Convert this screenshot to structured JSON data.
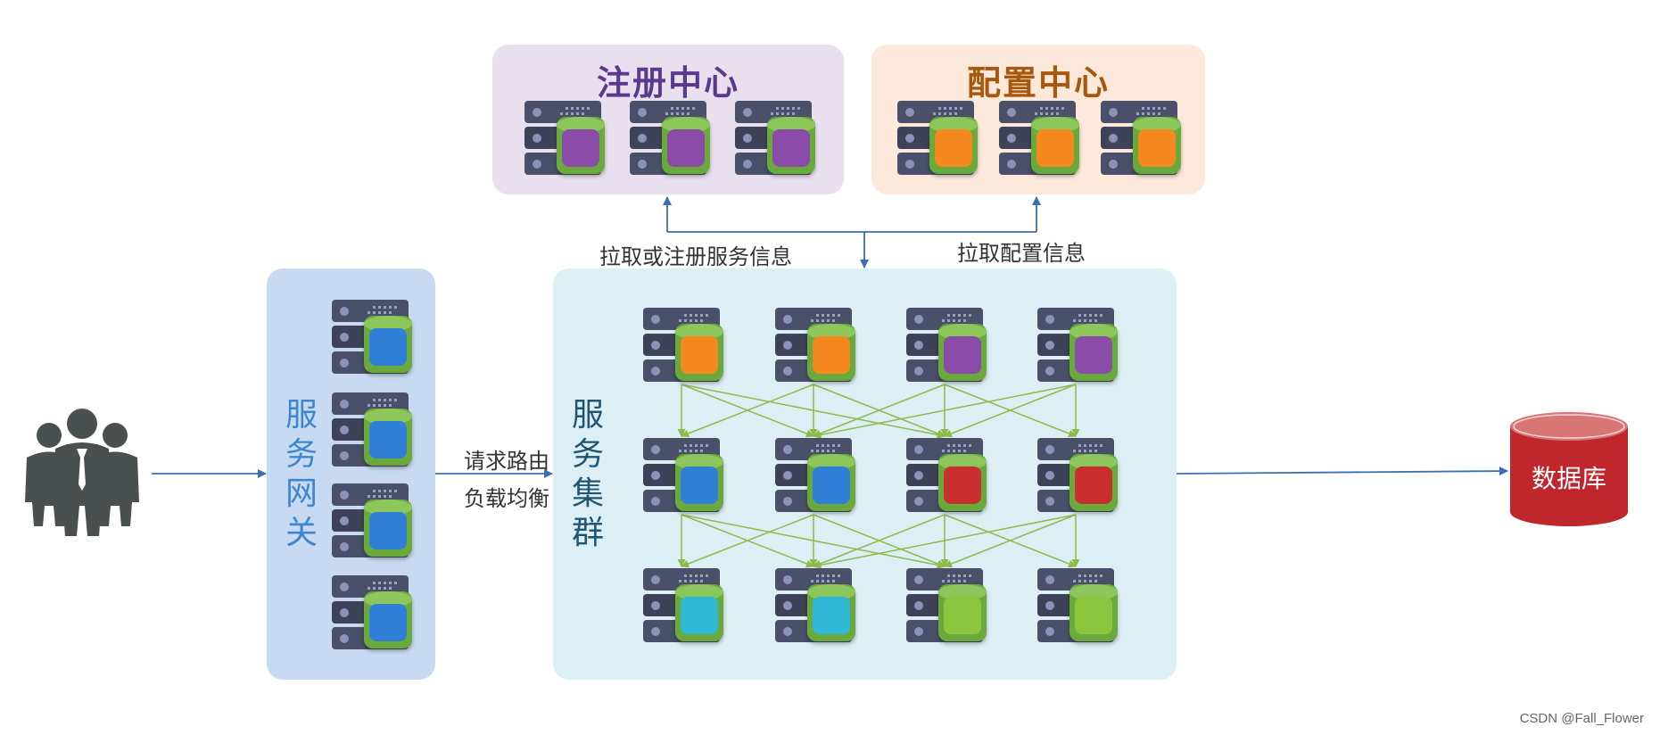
{
  "registry": {
    "title": "注册中心",
    "title_color": "#5b3a8c",
    "bg": "#e8e0ee",
    "server_color": "#8a4ca8"
  },
  "config": {
    "title": "配置中心",
    "title_color": "#a8570f",
    "bg": "#fde9dc",
    "server_color": "#f5891f"
  },
  "gateway": {
    "title_chars": [
      "服",
      "务",
      "网",
      "关"
    ],
    "title_color": "#3f86d0",
    "bg": "#c7daf1",
    "server_color": "#2f7fd6"
  },
  "cluster": {
    "title_chars": [
      "服",
      "务",
      "集",
      "群"
    ],
    "title_color": "#1f5673",
    "bg": "#dceff5",
    "rows": [
      [
        "#f5891f",
        "#f5891f",
        "#8a4ca8",
        "#8a4ca8"
      ],
      [
        "#2f7fd6",
        "#2f7fd6",
        "#c92f2f",
        "#c92f2f"
      ],
      [
        "#2fb8d6",
        "#2fb8d6",
        "#8cc63f",
        "#8cc63f"
      ]
    ]
  },
  "labels": {
    "pull_register": "拉取或注册服务信息",
    "pull_config": "拉取配置信息",
    "route_line1": "请求路由",
    "route_line2": "负载均衡"
  },
  "database": {
    "label": "数据库",
    "color": "#c0272d"
  },
  "colors": {
    "arrow_blue": "#3a6fb5",
    "arrow_green": "#8cbb4a",
    "users": "#4a4f4f"
  },
  "watermark": "CSDN @Fall_Flower"
}
